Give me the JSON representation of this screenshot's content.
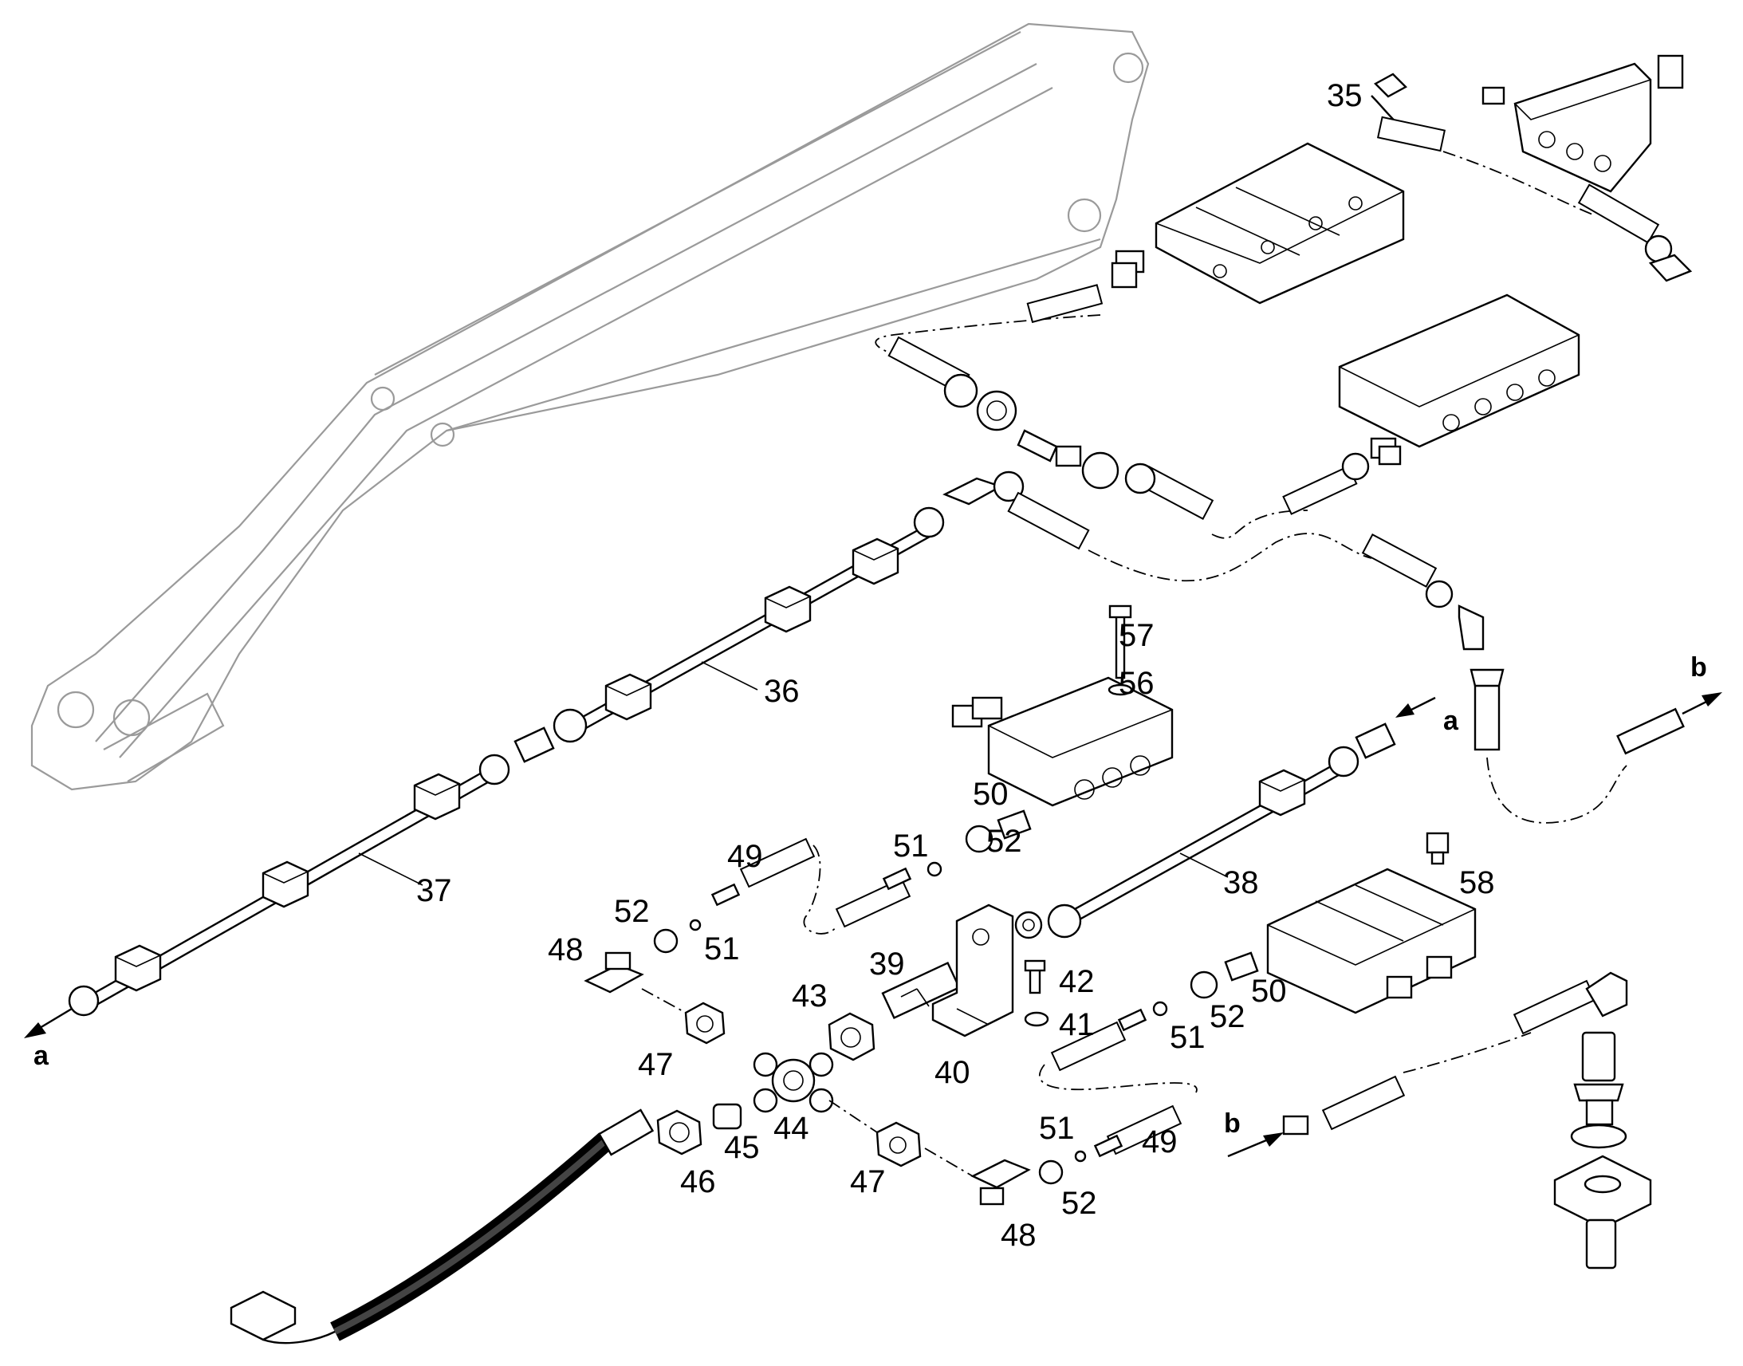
{
  "diagram": {
    "part_labels": [
      {
        "id": "p35",
        "text": "35"
      },
      {
        "id": "p36",
        "text": "36"
      },
      {
        "id": "p37",
        "text": "37"
      },
      {
        "id": "p38",
        "text": "38"
      },
      {
        "id": "p39",
        "text": "39"
      },
      {
        "id": "p40",
        "text": "40"
      },
      {
        "id": "p41",
        "text": "41"
      },
      {
        "id": "p42",
        "text": "42"
      },
      {
        "id": "p43",
        "text": "43"
      },
      {
        "id": "p44",
        "text": "44"
      },
      {
        "id": "p45",
        "text": "45"
      },
      {
        "id": "p46",
        "text": "46"
      },
      {
        "id": "p47a",
        "text": "47"
      },
      {
        "id": "p47b",
        "text": "47"
      },
      {
        "id": "p48a",
        "text": "48"
      },
      {
        "id": "p48b",
        "text": "48"
      },
      {
        "id": "p49a",
        "text": "49"
      },
      {
        "id": "p49b",
        "text": "49"
      },
      {
        "id": "p50a",
        "text": "50"
      },
      {
        "id": "p50b",
        "text": "50"
      },
      {
        "id": "p51a",
        "text": "51"
      },
      {
        "id": "p51b",
        "text": "51"
      },
      {
        "id": "p51c",
        "text": "51"
      },
      {
        "id": "p51d",
        "text": "51"
      },
      {
        "id": "p52a",
        "text": "52"
      },
      {
        "id": "p52b",
        "text": "52"
      },
      {
        "id": "p52c",
        "text": "52"
      },
      {
        "id": "p52d",
        "text": "52"
      },
      {
        "id": "p56",
        "text": "56"
      },
      {
        "id": "p57",
        "text": "57"
      },
      {
        "id": "p58",
        "text": "58"
      }
    ],
    "connection_markers": [
      {
        "id": "a_left",
        "text": "a"
      },
      {
        "id": "a_mid",
        "text": "a"
      },
      {
        "id": "b_right",
        "text": "b"
      },
      {
        "id": "b_bottom",
        "text": "b"
      }
    ]
  }
}
